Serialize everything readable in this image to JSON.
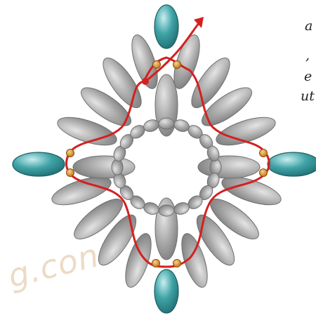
{
  "text_fragments": [
    "a",
    ",",
    "e",
    "ut"
  ],
  "watermark": "g.con",
  "colors": {
    "seed_bead": "#b9b9b9",
    "petal_bead": "#a9a9a9",
    "teal_drop": "#3fa3a6",
    "thread": "#d42020",
    "small_bead": "#e9a23a",
    "watermark": "#e8cfb2"
  }
}
